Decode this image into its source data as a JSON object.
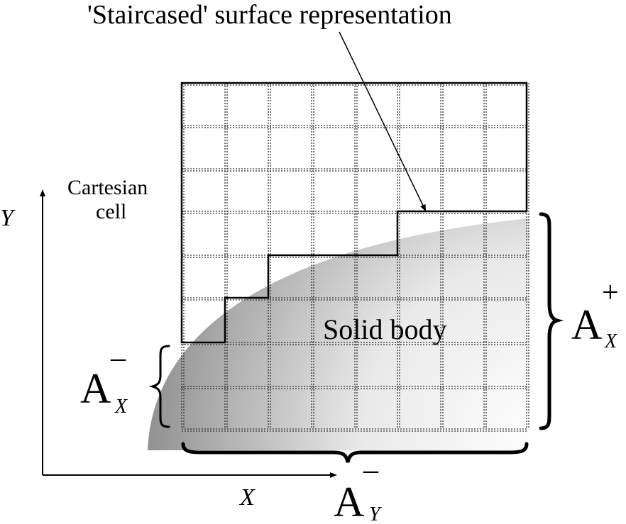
{
  "title": "'Staircased' surface representation",
  "cell_label": [
    "Cartesian",
    "cell"
  ],
  "body_label": "Solid body",
  "axis": {
    "x": "X",
    "y": "Y"
  },
  "areas": {
    "ax_minus": {
      "base": "A",
      "sup": "–",
      "sub": "X"
    },
    "ax_plus": {
      "base": "A",
      "sup": "+",
      "sub": "X"
    },
    "ay_minus": {
      "base": "A",
      "sup": "–",
      "sub": "Y"
    }
  },
  "colors": {
    "ink": "#000000",
    "body_dark": "#8f8f8f",
    "body_light": "#ffffff",
    "grid": "#333333"
  }
}
